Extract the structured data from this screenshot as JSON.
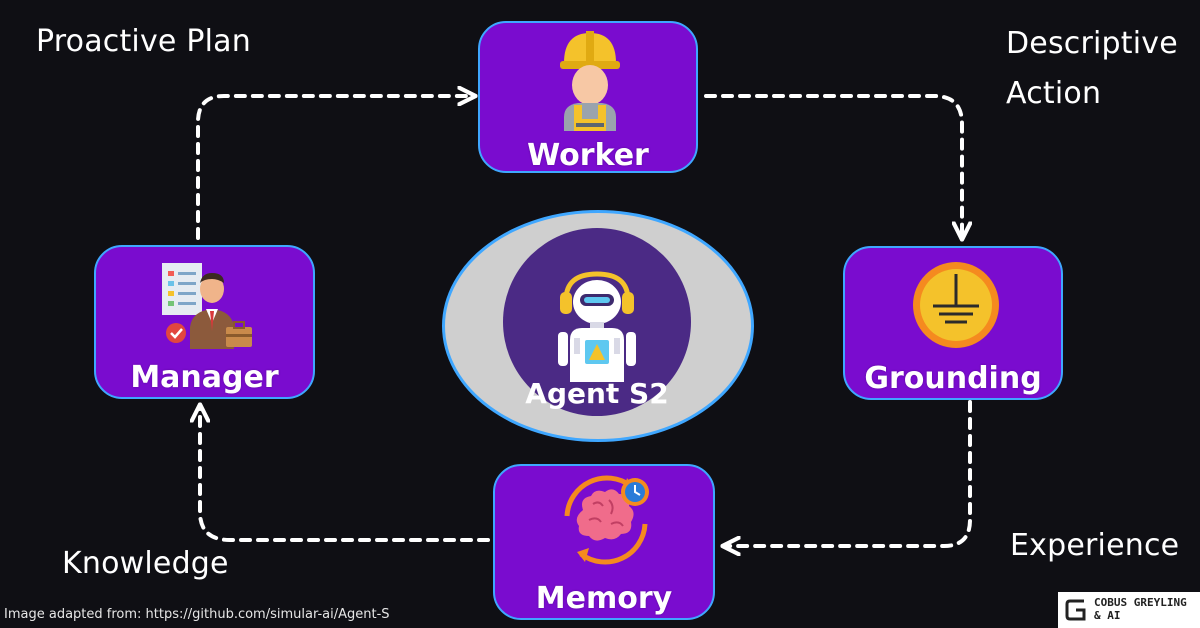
{
  "labels": {
    "proactive_plan": "Proactive Plan",
    "descriptive": "Descriptive",
    "action": "Action",
    "knowledge": "Knowledge",
    "experience": "Experience"
  },
  "nodes": {
    "worker": "Worker",
    "manager": "Manager",
    "grounding": "Grounding",
    "memory": "Memory",
    "center": "Agent S2"
  },
  "footer": {
    "credit": "Image adapted from: https://github.com/simular-ai/Agent-S",
    "brand_line1": "COBUS GREYLING",
    "brand_line2": "& AI"
  },
  "colors": {
    "background": "#0f0f14",
    "node_fill": "#7a0ccf",
    "node_border": "#3fa7ff",
    "center_ring": "#cfcfcf",
    "center_disc": "#4b2a85",
    "arrow": "#ffffff"
  },
  "icons": {
    "worker": "construction-worker-icon",
    "manager": "business-manager-icon",
    "grounding": "ground-symbol-icon",
    "memory": "brain-cycle-icon",
    "center": "robot-headset-icon",
    "brand": "brand-logo-icon"
  }
}
